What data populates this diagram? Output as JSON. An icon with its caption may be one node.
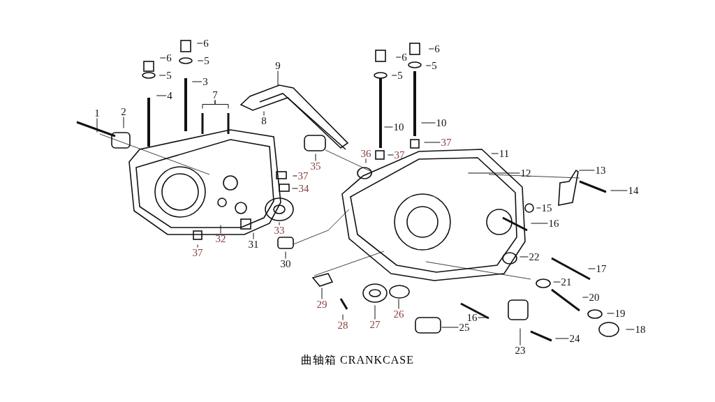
{
  "diagram": {
    "caption": "曲轴箱 CRANKCASE",
    "nodes": [
      {
        "text": [
          "1"
        ]
      },
      {
        "text": [
          "2"
        ]
      },
      {
        "text": [
          "6"
        ]
      },
      {
        "text": [
          "5"
        ]
      },
      {
        "text": [
          "3"
        ]
      },
      {
        "text": [
          "6"
        ]
      },
      {
        "text": [
          "5"
        ]
      },
      {
        "text": [
          "4"
        ]
      },
      {
        "text": [
          "7"
        ]
      },
      {
        "text": [
          "9"
        ]
      },
      {
        "text": [
          "8"
        ]
      },
      {
        "text": [
          "6"
        ]
      },
      {
        "text": [
          "5"
        ]
      },
      {
        "text": [
          "6"
        ]
      },
      {
        "text": [
          "5"
        ]
      },
      {
        "text": [
          "10"
        ]
      },
      {
        "text": [
          "10"
        ]
      },
      {
        "text": [
          "37"
        ]
      },
      {
        "text": [
          "36"
        ]
      },
      {
        "text": [
          "37"
        ]
      },
      {
        "text": [
          "11"
        ]
      },
      {
        "text": [
          "12"
        ]
      },
      {
        "text": [
          "13"
        ]
      },
      {
        "text": [
          "14"
        ]
      },
      {
        "text": [
          "35"
        ]
      },
      {
        "text": [
          "37"
        ]
      },
      {
        "text": [
          "34"
        ]
      },
      {
        "text": [
          "15"
        ]
      },
      {
        "text": [
          "16"
        ]
      },
      {
        "text": [
          "33"
        ]
      },
      {
        "text": [
          "32"
        ]
      },
      {
        "text": [
          "31"
        ]
      },
      {
        "text": [
          "37"
        ]
      },
      {
        "text": [
          "22"
        ]
      },
      {
        "text": [
          "30"
        ]
      },
      {
        "text": [
          "17"
        ]
      },
      {
        "text": [
          "21"
        ]
      },
      {
        "text": [
          "20"
        ]
      },
      {
        "text": [
          "29"
        ]
      },
      {
        "text": [
          "19"
        ]
      },
      {
        "text": [
          "26"
        ]
      },
      {
        "text": [
          "16"
        ]
      },
      {
        "text": [
          "27"
        ]
      },
      {
        "text": [
          "28"
        ]
      },
      {
        "text": [
          "25"
        ]
      },
      {
        "text": [
          "18"
        ]
      },
      {
        "text": [
          "24"
        ]
      },
      {
        "text": [
          "23"
        ]
      }
    ],
    "edges": [
      {
        "from": 0,
        "to": null,
        "arrow": "none"
      },
      {
        "from": 1,
        "to": null,
        "arrow": "none"
      },
      {
        "from": 2,
        "to": null,
        "arrow": "none"
      },
      {
        "from": 3,
        "to": null,
        "arrow": "none"
      },
      {
        "from": 4,
        "to": null,
        "arrow": "none"
      },
      {
        "from": 5,
        "to": null,
        "arrow": "none"
      },
      {
        "from": 6,
        "to": null,
        "arrow": "none"
      },
      {
        "from": 7,
        "to": null,
        "arrow": "none"
      },
      {
        "from": 8,
        "to": null,
        "arrow": "none"
      },
      {
        "from": 8,
        "to": null,
        "arrow": "none"
      },
      {
        "from": 9,
        "to": null,
        "arrow": "none"
      },
      {
        "from": 10,
        "to": null,
        "arrow": "none"
      },
      {
        "from": 11,
        "to": null,
        "arrow": "none"
      },
      {
        "from": 12,
        "to": null,
        "arrow": "none"
      },
      {
        "from": 13,
        "to": null,
        "arrow": "none"
      },
      {
        "from": 14,
        "to": null,
        "arrow": "none"
      },
      {
        "from": 15,
        "to": null,
        "arrow": "none"
      },
      {
        "from": 16,
        "to": null,
        "arrow": "none"
      },
      {
        "from": 17,
        "to": null,
        "arrow": "none"
      },
      {
        "from": 18,
        "to": null,
        "arrow": "none"
      },
      {
        "from": 19,
        "to": null,
        "arrow": "none"
      },
      {
        "from": 20,
        "to": null,
        "arrow": "none"
      },
      {
        "from": 21,
        "to": null,
        "arrow": "none"
      },
      {
        "from": 22,
        "to": null,
        "arrow": "none"
      },
      {
        "from": 23,
        "to": null,
        "arrow": "none"
      },
      {
        "from": 24,
        "to": null,
        "arrow": "none"
      },
      {
        "from": 25,
        "to": null,
        "arrow": "none"
      },
      {
        "from": 26,
        "to": null,
        "arrow": "none"
      },
      {
        "from": 27,
        "to": null,
        "arrow": "none"
      },
      {
        "from": 28,
        "to": null,
        "arrow": "none"
      },
      {
        "from": 29,
        "to": null,
        "arrow": "none"
      },
      {
        "from": 30,
        "to": null,
        "arrow": "none"
      },
      {
        "from": 31,
        "to": null,
        "arrow": "none"
      },
      {
        "from": 32,
        "to": null,
        "arrow": "none"
      },
      {
        "from": 33,
        "to": null,
        "arrow": "none"
      },
      {
        "from": 34,
        "to": null,
        "arrow": "none"
      },
      {
        "from": 35,
        "to": null,
        "arrow": "none"
      },
      {
        "from": 36,
        "to": null,
        "arrow": "none"
      },
      {
        "from": 37,
        "to": null,
        "arrow": "none"
      },
      {
        "from": 38,
        "to": null,
        "arrow": "none"
      },
      {
        "from": 39,
        "to": null,
        "arrow": "none"
      },
      {
        "from": 40,
        "to": null,
        "arrow": "none"
      },
      {
        "from": 41,
        "to": null,
        "arrow": "none"
      },
      {
        "from": 42,
        "to": null,
        "arrow": "none"
      },
      {
        "from": 43,
        "to": null,
        "arrow": "none"
      },
      {
        "from": 44,
        "to": null,
        "arrow": "none"
      },
      {
        "from": 45,
        "to": null,
        "arrow": "none"
      },
      {
        "from": 46,
        "to": null,
        "arrow": "none"
      },
      {
        "from": 47,
        "to": null,
        "arrow": "none"
      }
    ]
  }
}
